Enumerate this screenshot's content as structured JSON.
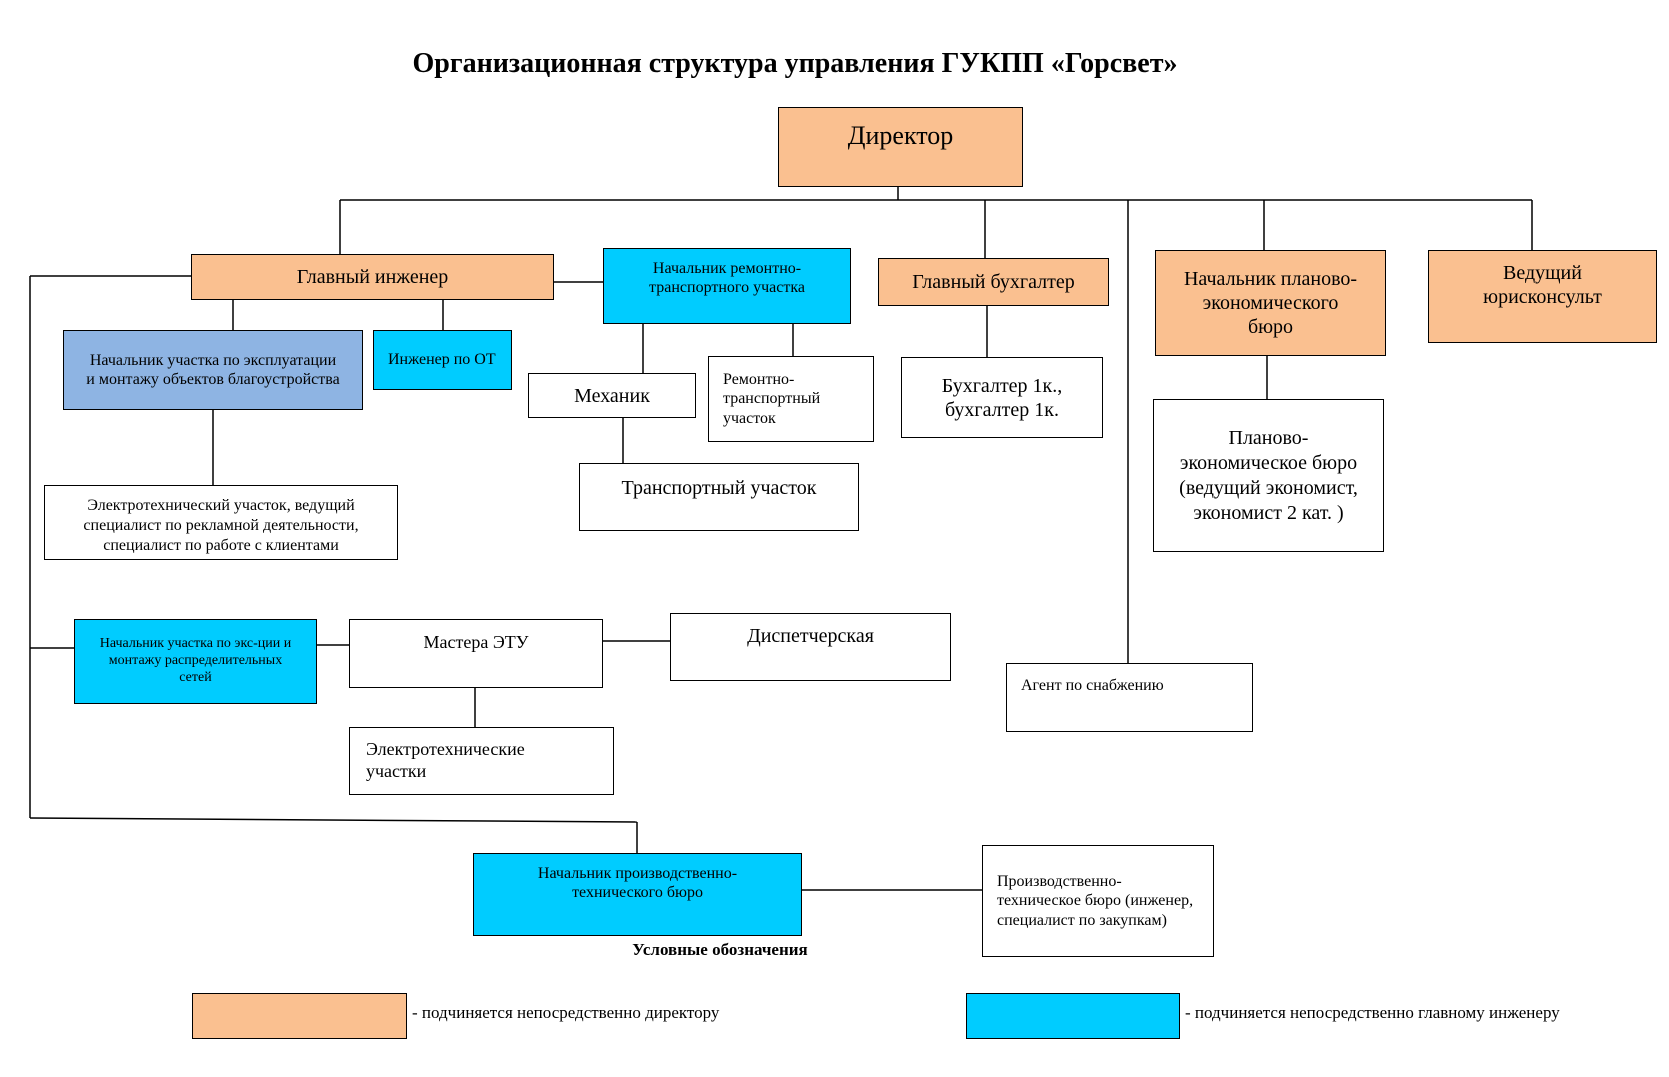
{
  "title": "Организационная структура управления ГУКПП «Горсвет»",
  "colors": {
    "director_subordinate": "#fac090",
    "chief_engineer_subordinate": "#00ccff",
    "operations_head": "#8eb4e3",
    "plain": "#ffffff"
  },
  "nodes": {
    "director": "Директор",
    "chief_engineer": "Главный инженер",
    "repair_transport_head": "Начальник ремонтно-транспортного  участка",
    "chief_accountant": "Главный бухгалтер",
    "planning_bureau_head": "Начальник планово-экономического бюро",
    "legal_counsel": "Ведущий юрисконсульт",
    "improvement_site_head": "Начальник участка по эксплуатации и монтажу объектов благоустройства",
    "safety_engineer": "Инженер по ОТ",
    "mechanic": "Механик",
    "repair_transport_site": "Ремонтно-транспортный участок",
    "accountants": "Бухгалтер 1к., бухгалтер 1к.",
    "planning_bureau": "Планово-экономическое бюро (ведущий экономист, экономист 2 кат. )",
    "transport_site": "Транспортный участок",
    "electrotech_site": "Электротехнический участок, ведущий специалист по рекламной деятельности, специалист по работе с клиентами",
    "networks_site_head": "Начальник участка по экс-ции и монтажу распределительных сетей",
    "etu_masters": "Мастера ЭТУ",
    "dispatch": "Диспетчерская",
    "supply_agent": "Агент по снабжению",
    "electrotech_sites": "Электротехнические участки",
    "production_bureau_head": "Начальник производственно-технического бюро",
    "production_bureau": "Производственно-техническое бюро (инженер, специалист по закупкам)"
  },
  "legend": {
    "title": "Условные обозначения",
    "director_label": "- подчиняется непосредственно директору",
    "chief_engineer_label": "- подчиняется непосредственно главному инженеру"
  }
}
